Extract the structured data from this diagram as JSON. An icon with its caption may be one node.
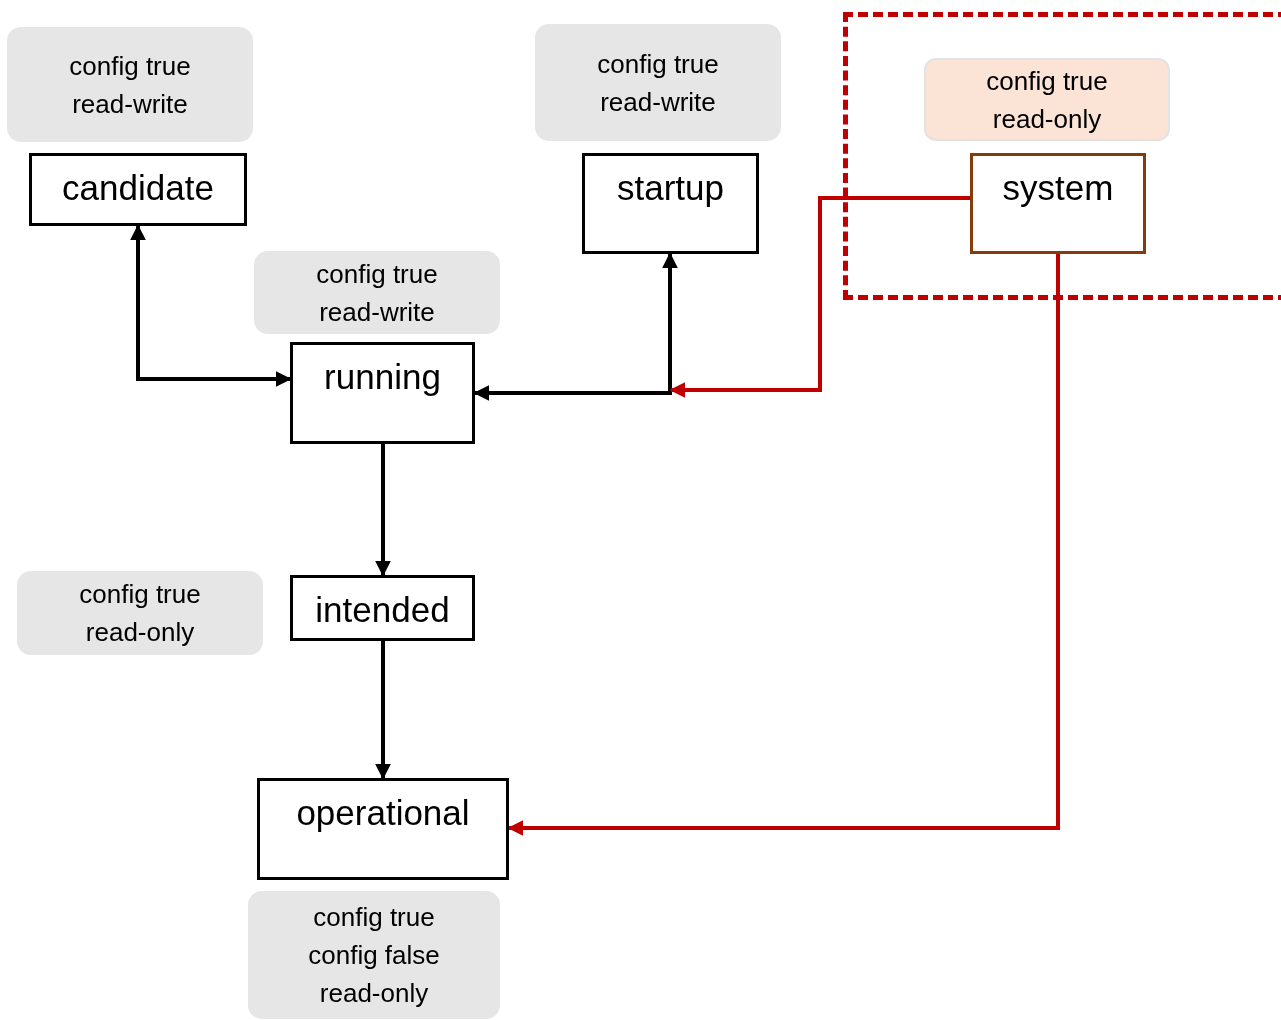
{
  "diagram": {
    "nodes": [
      {
        "text": [
          "config true read-write"
        ]
      },
      {
        "text": [
          "candidate"
        ]
      },
      {
        "text": [
          "config true read-write"
        ]
      },
      {
        "text": [
          "startup"
        ]
      },
      {
        "text": [],
        "shape": "box"
      },
      {
        "text": [
          "config true read-only"
        ],
        "in": 4
      },
      {
        "text": [
          "system"
        ],
        "in": 4
      },
      {
        "text": [
          "config true read-write"
        ]
      },
      {
        "text": [
          "running"
        ]
      },
      {
        "text": [
          "config true read-only"
        ]
      },
      {
        "text": [
          "intended"
        ]
      },
      {
        "text": [
          "operational"
        ]
      },
      {
        "text": [
          "config true config false read-only"
        ]
      }
    ],
    "edges": [
      {
        "from": 1,
        "to": 8,
        "arrow": "both"
      },
      {
        "from": 8,
        "to": 3,
        "arrow": "both"
      },
      {
        "from": 6,
        "to": null,
        "arrow": "to",
        "color": "#c00000"
      },
      {
        "from": 8,
        "to": 10,
        "arrow": "to"
      },
      {
        "from": 10,
        "to": 11,
        "arrow": "to"
      },
      {
        "from": 6,
        "to": 11,
        "arrow": "to",
        "color": "#c00000"
      }
    ]
  }
}
